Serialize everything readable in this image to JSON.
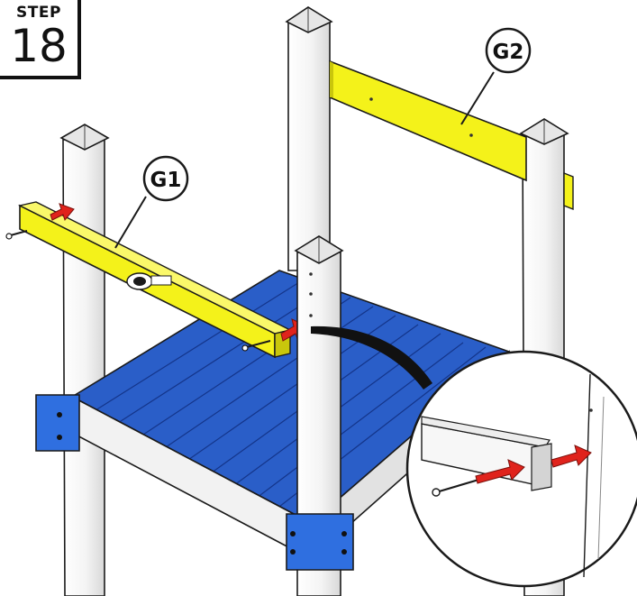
{
  "step": {
    "word": "STEP",
    "number": "18"
  },
  "labels": {
    "g1": "G1",
    "g2": "G2"
  },
  "colors": {
    "deck_blue": "#2a5ec8",
    "deck_blue_dark": "#1d4aa6",
    "bracket_blue": "#2f6fe0",
    "beam_yellow": "#f4f21a",
    "beam_yellow_dark": "#c9c60c",
    "post_white": "#ffffff",
    "arrow_red": "#e0231c",
    "outline": "#1a1a1a"
  },
  "icons": [
    "red-arrow-icon",
    "bolt-icon",
    "brand-logo-icon"
  ]
}
